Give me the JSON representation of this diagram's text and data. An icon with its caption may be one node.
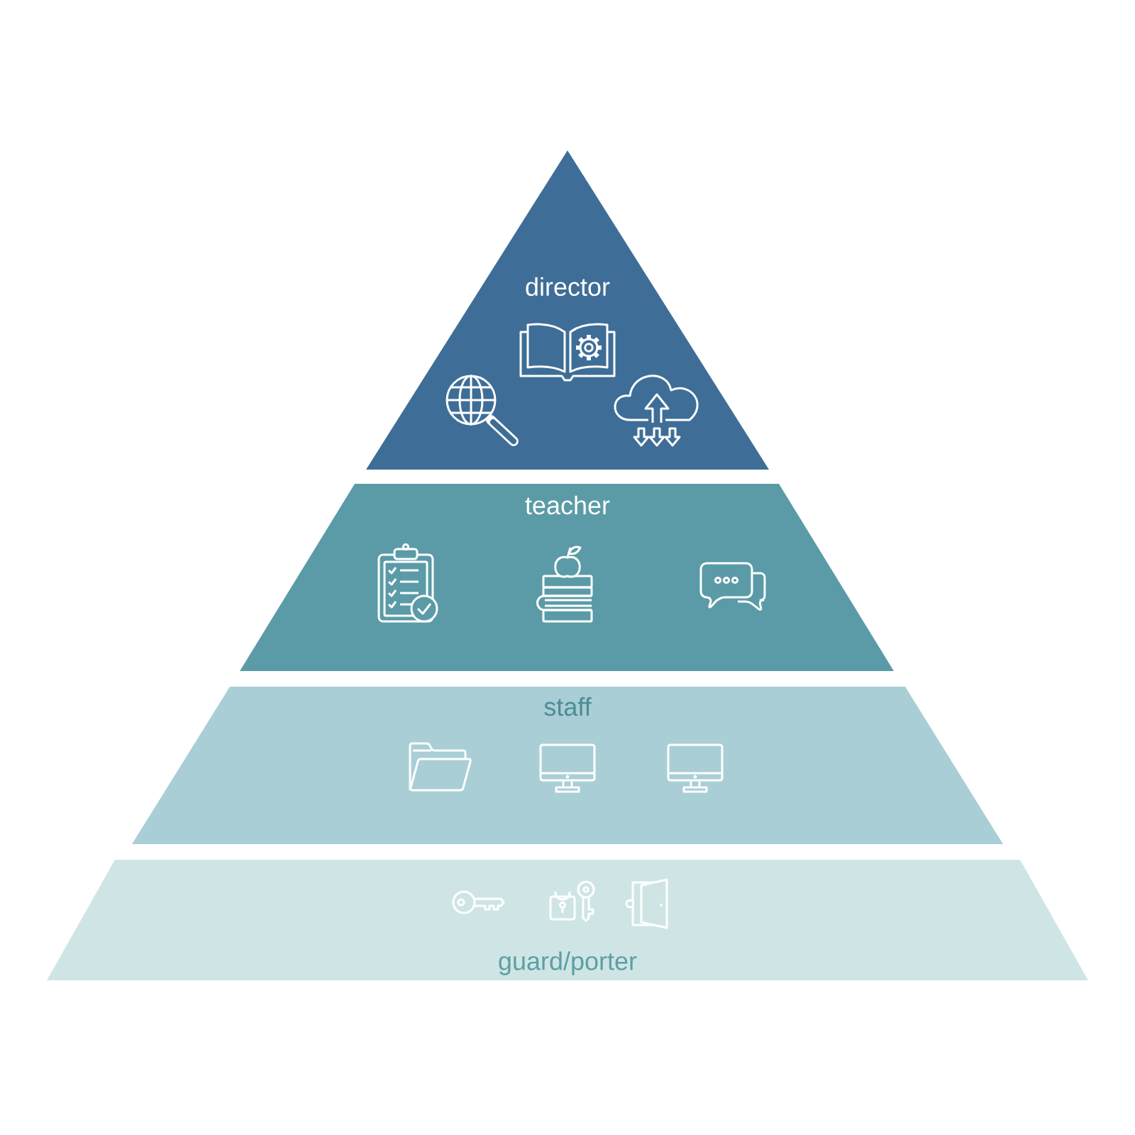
{
  "diagram": {
    "nodes": [
      {
        "text": [
          "director"
        ]
      },
      {
        "text": [
          "teacher"
        ]
      },
      {
        "text": [
          "staff"
        ]
      },
      {
        "text": [
          "guard/porter"
        ]
      }
    ]
  }
}
